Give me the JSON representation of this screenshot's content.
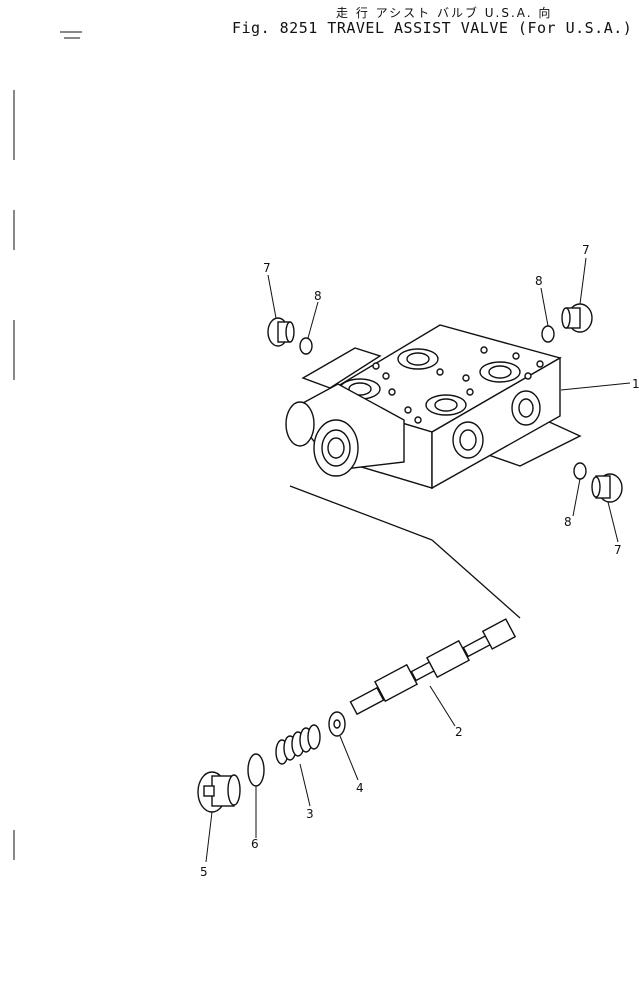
{
  "header": {
    "title_jp": "走 行  アシスト  バルブ   U.S.A. 向",
    "title_en": "Fig. 8251   TRAVEL ASSIST VALVE (For U.S.A.)"
  },
  "callouts": {
    "c1": "1",
    "c2": "2",
    "c3": "3",
    "c4": "4",
    "c5": "5",
    "c6": "6",
    "c7a": "7",
    "c7b": "7",
    "c7c": "7",
    "c8a": "8",
    "c8b": "8",
    "c8c": "8"
  }
}
